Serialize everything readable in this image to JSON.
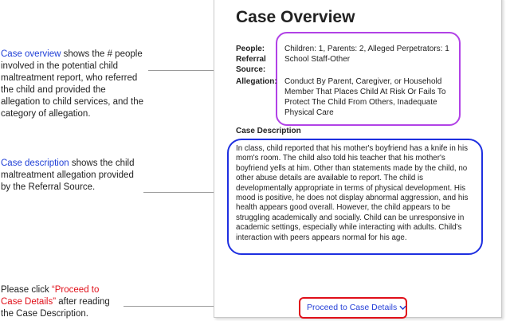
{
  "annotations": {
    "overview": {
      "highlight": "Case overview",
      "rest": " shows the # people involved in the potential child maltreatment report, who referred the child and provided the allegation to child services, and the category of allegation."
    },
    "description": {
      "highlight": "Case description",
      "rest": " shows the child maltreatment allegation provided by the Referral Source."
    },
    "proceed": {
      "prefix": "Please click ",
      "highlight": "“Proceed to Case Details”",
      "suffix": " after reading the Case Description."
    }
  },
  "panel": {
    "title": "Case Overview",
    "people_label": "People:",
    "people_value": "Children: 1, Parents: 2, Alleged Perpetrators: 1",
    "referral_label": "Referral",
    "source_label": "Source:",
    "referral_value": "School Staff-Other",
    "allegation_label": "Allegation:",
    "allegation_value": "Conduct By Parent, Caregiver, or Household Member That Places Child At Risk Or Fails To Protect The Child From Others, Inadequate Physical Care",
    "description_heading": "Case Description",
    "description_text": "In class, child reported that his mother's boyfriend has a knife in his mom's room. The child also told his teacher that his mother's boyfriend yells at him. Other than statements made by the child, no other abuse details are available to report. The child is developmentally appropriate in terms of physical development. His mood is positive, he does not display abnormal aggression, and his health appears good overall. However, the child appears to be struggling academically and socially. Child can be unresponsive in academic settings, especially while interacting with adults. Child's interaction with peers appears normal for his age.",
    "proceed_label": "Proceed to Case Details"
  },
  "colors": {
    "purple": "#b142e6",
    "blue": "#1e2fe0",
    "red": "#e0101a",
    "link": "#2540d8"
  },
  "icons": {
    "proceed": "chevron-down-icon"
  }
}
